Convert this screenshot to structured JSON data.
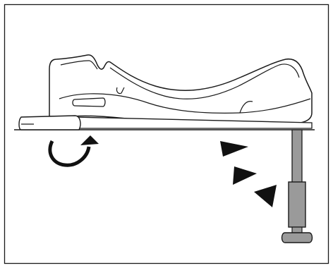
{
  "diagram": {
    "subject": "car-seat-base",
    "colors": {
      "line": "#1a1a1a",
      "background": "#ffffff",
      "leg": "#9a9a9a",
      "arrow": "#111111"
    },
    "parts": [
      "rotation-arrow",
      "support-leg",
      "support-leg-foot",
      "isofix-connector",
      "direction-arrow"
    ]
  }
}
